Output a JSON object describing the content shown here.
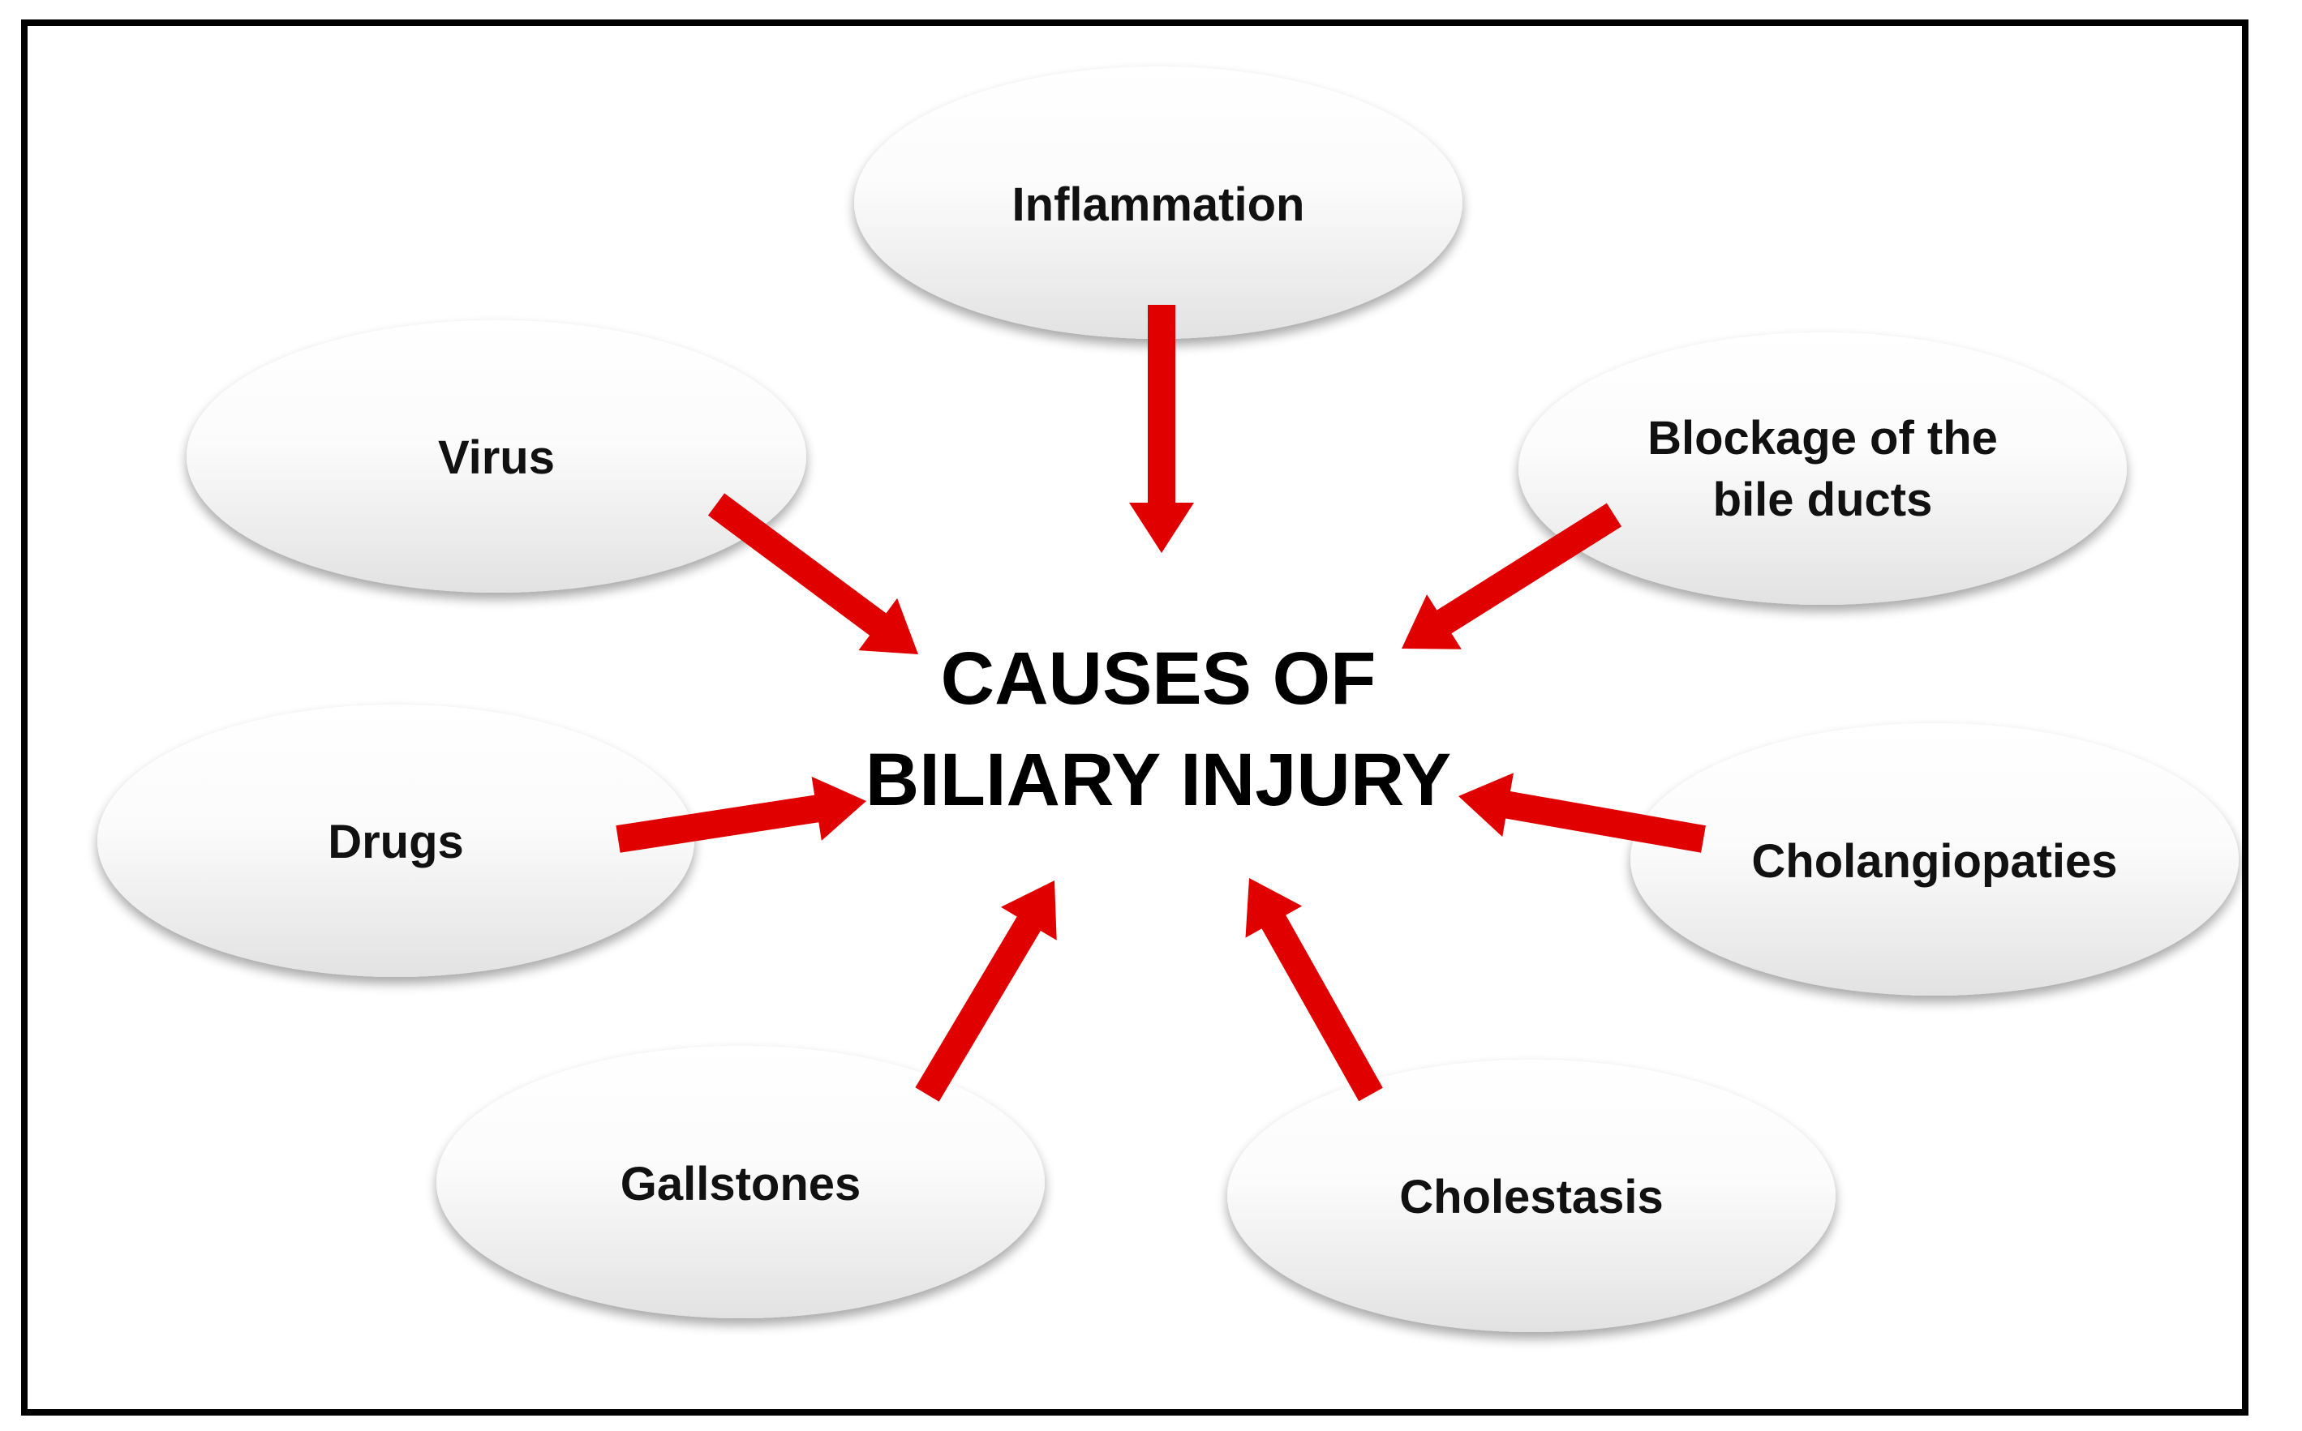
{
  "diagram": {
    "center": {
      "line1": "CAUSES OF",
      "line2": "BILIARY INJURY"
    },
    "causes": [
      {
        "label_line1": "Inflammation",
        "label_line2": ""
      },
      {
        "label_line1": "Blockage of the",
        "label_line2": "bile ducts"
      },
      {
        "label_line1": "Cholangiopaties",
        "label_line2": ""
      },
      {
        "label_line1": "Cholestasis",
        "label_line2": ""
      },
      {
        "label_line1": "Gallstones",
        "label_line2": ""
      },
      {
        "label_line1": "Drugs",
        "label_line2": ""
      },
      {
        "label_line1": "Virus",
        "label_line2": ""
      }
    ],
    "colors": {
      "arrow": "#e00000",
      "ellipse_top": "#ffffff",
      "ellipse_bottom": "#e2e2e2",
      "frame": "#000000",
      "text": "#111111"
    }
  }
}
